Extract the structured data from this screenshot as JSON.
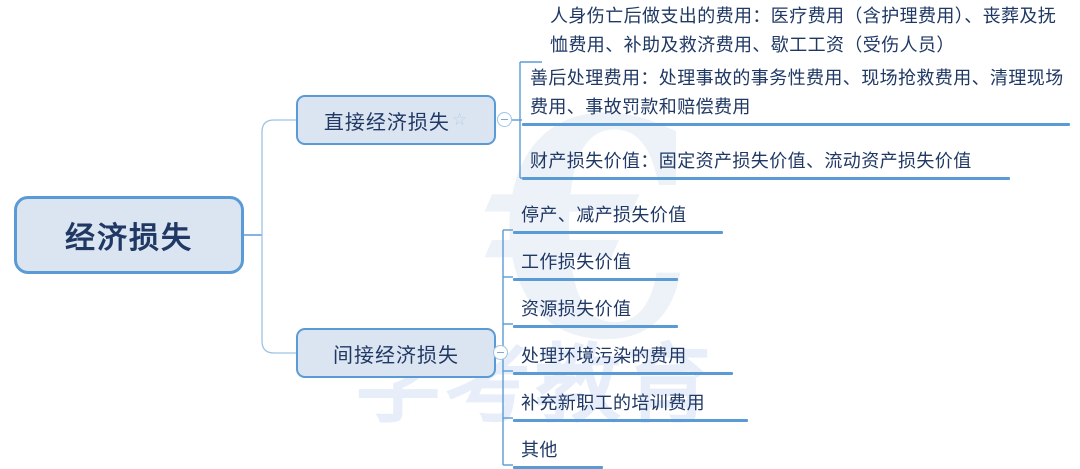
{
  "diagram": {
    "type": "mind-map",
    "title": "经济损失",
    "watermark": {
      "glyph": "€",
      "text": "学考教育"
    },
    "root": {
      "label": "经济损失",
      "fill": "#dbe5f1",
      "border": "#5b9bd5",
      "text_color": "#203864"
    },
    "branches": [
      {
        "label": "直接经济损失",
        "star": "☆",
        "collapse_icon": "minus-circle-icon",
        "children": [
          {
            "label": "人身伤亡后做支出的费用：医疗费用（含护理费用）、丧葬及抚恤费用、补助及救济费用、歇工工资（受伤人员）"
          },
          {
            "label": "善后处理费用：处理事故的事务性费用、现场抢救费用、清理现场费用、事故罚款和赔偿费用"
          },
          {
            "label": "财产损失价值：固定资产损失价值、流动资产损失价值"
          }
        ]
      },
      {
        "label": "间接经济损失",
        "star": "",
        "collapse_icon": "minus-circle-icon",
        "children": [
          {
            "label": "停产、减产损失价值"
          },
          {
            "label": "工作损失价值"
          },
          {
            "label": "资源损失价值"
          },
          {
            "label": "处理环境污染的费用"
          },
          {
            "label": "补充新职工的培训费用"
          },
          {
            "label": "其他"
          }
        ]
      }
    ],
    "colors": {
      "accent": "#5b9bd5",
      "node_fill": "#dbe5f1",
      "text": "#1f3864",
      "connector": "#5b9bd5",
      "connector_light": "#9dc3e6",
      "star": "#b9cfe8",
      "background": "#ffffff"
    }
  }
}
